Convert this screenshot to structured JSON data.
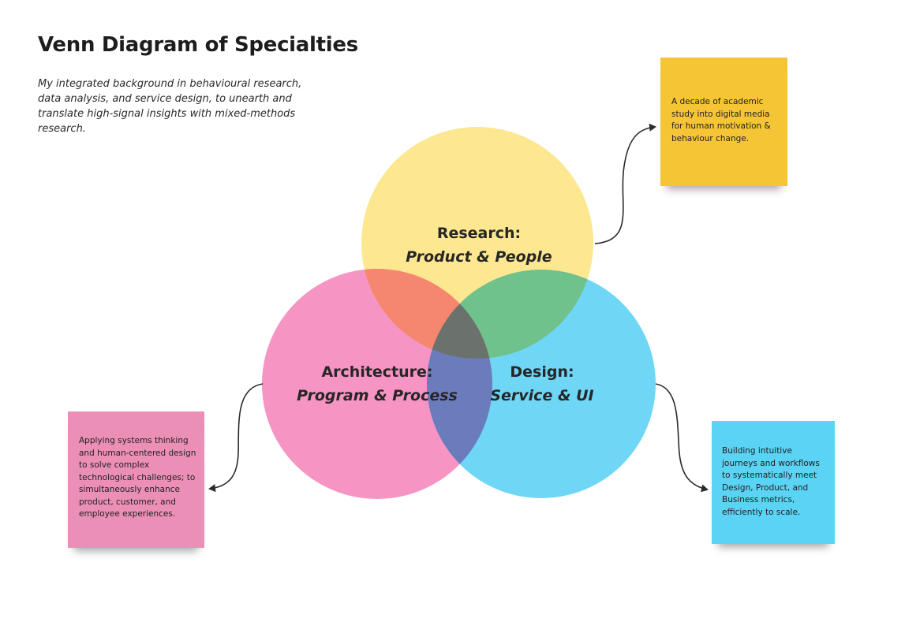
{
  "title": "Venn Diagram of Specialties",
  "subtitle": "My integrated background in behavioural research, data analysis, and service design, to unearth and translate high-signal insights with mixed-methods research.",
  "circles": {
    "research": {
      "title": "Research:",
      "subtitle": "Product & People",
      "color": "#fde68a"
    },
    "architecture": {
      "title": "Architecture:",
      "subtitle": "Program & Process",
      "color": "#f58bbf"
    },
    "design": {
      "title": "Design:",
      "subtitle": "Service & UI",
      "color": "#5fd2f5"
    }
  },
  "notes": {
    "research": {
      "text": "A decade of academic study into digital media for human motivation & behaviour change.",
      "color": "#f5c535"
    },
    "architecture": {
      "text": "Applying systems thinking and human-centered design to solve complex technological challenges; to simultaneously enhance product, customer, and employee experiences.",
      "color": "#eb8fb6"
    },
    "design": {
      "text": "Building intuitive journeys and workflows to systematically meet Design, Product, and Business metrics, efficiently to scale.",
      "color": "#5bd3f4"
    }
  },
  "connector_color": "#2b2b2b"
}
